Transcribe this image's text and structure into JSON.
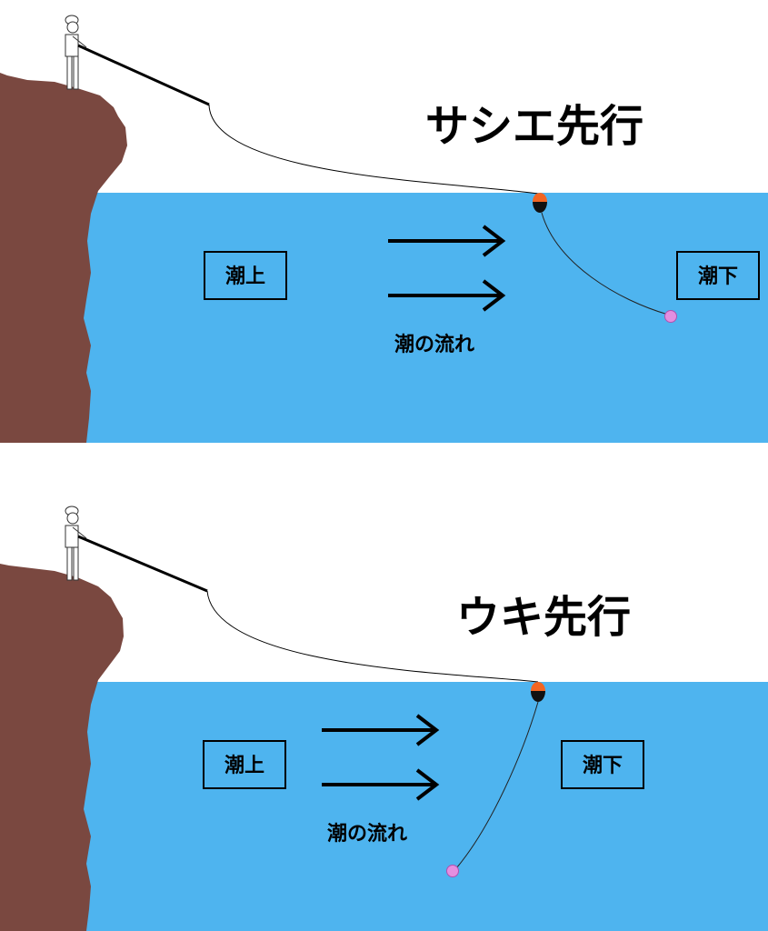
{
  "colors": {
    "water": "#4eb4ef",
    "cliff": "#7a4840",
    "sky": "#ffffff",
    "float_top": "#f26522",
    "float_bottom": "#111111",
    "bait": "#e48fe0",
    "line": "#000000"
  },
  "panels": [
    {
      "title": "サシエ先行",
      "upstream_label": "潮上",
      "downstream_label": "潮下",
      "current_label": "潮の流れ",
      "icons": [
        "angler-icon",
        "fishing-rod-icon",
        "float-icon",
        "bait-icon",
        "current-arrow-icon"
      ]
    },
    {
      "title": "ウキ先行",
      "upstream_label": "潮上",
      "downstream_label": "潮下",
      "current_label": "潮の流れ",
      "icons": [
        "angler-icon",
        "fishing-rod-icon",
        "float-icon",
        "bait-icon",
        "current-arrow-icon"
      ]
    }
  ]
}
